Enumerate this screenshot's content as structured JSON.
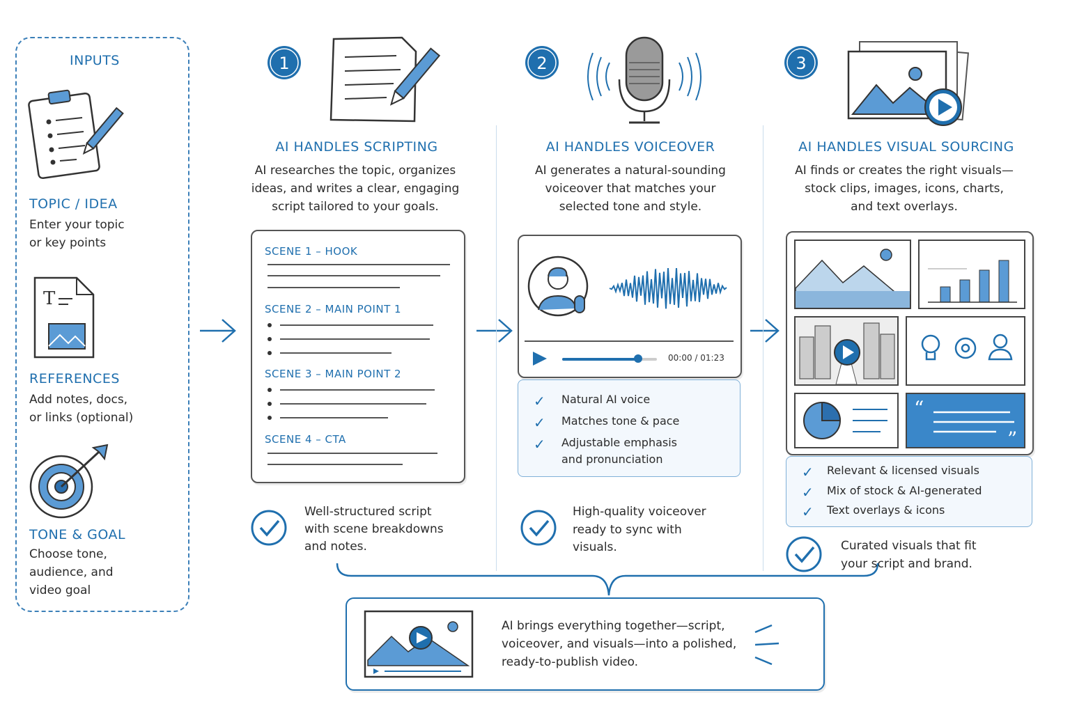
{
  "inputs": {
    "heading": "INPUTS",
    "items": [
      {
        "title": "TOPIC / IDEA",
        "desc1": "Enter your topic",
        "desc2": "or key points",
        "icon": "clipboard-pencil-icon"
      },
      {
        "title": "REFERENCES",
        "desc1": "Add notes, docs,",
        "desc2": "or links (optional)",
        "icon": "document-image-icon"
      },
      {
        "title": "TONE & GOAL",
        "desc1": "Choose tone,",
        "desc2": "audience, and",
        "desc3": "video goal",
        "icon": "target-arrow-icon"
      }
    ]
  },
  "steps": [
    {
      "number": "1",
      "title": "AI HANDLES SCRIPTING",
      "desc": [
        "AI researches the topic, organizes",
        "ideas, and writes a clear, engaging",
        "script tailored to your goals."
      ],
      "scenes": [
        "SCENE 1 – HOOK",
        "SCENE 2 – MAIN POINT 1",
        "SCENE 3 – MAIN POINT 2",
        "SCENE 4 – CTA"
      ],
      "result": [
        "Well-structured script",
        "with scene breakdowns",
        "and notes."
      ]
    },
    {
      "number": "2",
      "title": "AI HANDLES VOICEOVER",
      "desc": [
        "AI generates a natural-sounding",
        "voiceover that matches your",
        "selected tone and style."
      ],
      "player_time": "00:00 / 01:23",
      "player_progress": 0.8,
      "features": [
        "Natural AI voice",
        "Matches tone & pace",
        "Adjustable emphasis",
        "and pronunciation"
      ],
      "result": [
        "High-quality voiceover",
        "ready to sync with",
        "visuals."
      ]
    },
    {
      "number": "3",
      "title": "AI HANDLES VISUAL SOURCING",
      "desc": [
        "AI finds or creates the right visuals—",
        "stock clips, images, icons, charts,",
        "and text overlays."
      ],
      "features": [
        "Relevant & licensed visuals",
        "Mix of stock & AI-generated",
        "Text overlays & icons"
      ],
      "result": [
        "Curated visuals that fit",
        "your script and brand."
      ]
    }
  ],
  "final": {
    "text": [
      "AI brings everything together—script,",
      "voiceover, and visuals—into a polished,",
      "ready-to-publish video."
    ]
  },
  "colors": {
    "accent": "#1f6fae",
    "light": "#5b9bd5",
    "ink": "#2b2b2b"
  }
}
